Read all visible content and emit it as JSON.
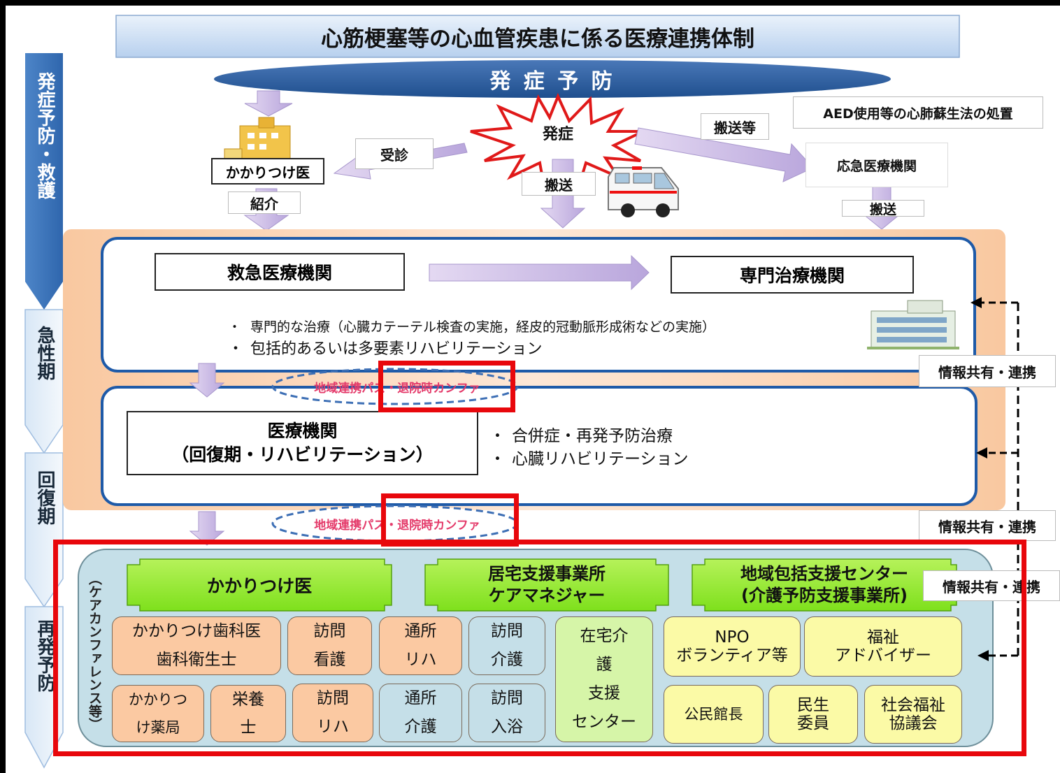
{
  "title": "心筋梗塞等の心血管疾患に係る医療連携体制",
  "banner": "発 症 予 防",
  "phases": {
    "prevention_rescue": "発症予防・救護",
    "acute": "急性期",
    "recovery": "回復期",
    "relapse_prevention": "再発予防"
  },
  "top": {
    "onset": "発症",
    "kakaritsuke": "かかりつけ医",
    "consultation": "受診",
    "referral": "紹介",
    "transport": "搬送",
    "transport_etc": "搬送等",
    "aed": "AED使用等の心肺蘇生法の処置",
    "emergency_facility": "応急医療機関",
    "transport2": "搬送"
  },
  "acute": {
    "emergency": "救急医療機関",
    "specialist": "専門治療機関",
    "bullets": [
      "専門的な治療（心臓カテーテル検査の実施，経皮的冠動脈形成術などの実施）",
      "包括的あるいは多要素リハビリテーション"
    ]
  },
  "pathway_label": "地域連携パス・退院時カンファ",
  "recovery": {
    "facility_line1": "医療機関",
    "facility_line2": "（回復期・リハビリテーション）",
    "bullets": [
      "合併症・再発予防治療",
      "心臓リハビリテーション"
    ]
  },
  "info_share": "情報共有・連携",
  "bottom": {
    "side_label": "（ケアカンファレンス等）",
    "kakaritsuke": "かかりつけ医",
    "care_office_line1": "居宅支援事業所",
    "care_office_line2": "ケアマネジャー",
    "center_line1": "地域包括支援センター",
    "center_line2": "(介護予防支援事業所)",
    "cells": {
      "dentist_1": "かかりつけ歯科医",
      "dentist_2": "歯科衛生士",
      "visit_nursing_1": "訪問",
      "visit_nursing_2": "看護",
      "day_rehab_1": "通所",
      "day_rehab_2": "リハ",
      "visit_care_1": "訪問",
      "visit_care_2": "介護",
      "homecare_1": "在宅介",
      "homecare_2": "護",
      "homecare_3": "支援",
      "homecare_4": "センター",
      "npo_1": "NPO",
      "npo_2": "ボランティア等",
      "welfare_advisor_1": "福祉",
      "welfare_advisor_2": "アドバイザー",
      "pharmacy_1": "かかりつ",
      "pharmacy_2": "け薬局",
      "dietitian_1": "栄養",
      "dietitian_2": "士",
      "visit_rehab_1": "訪問",
      "visit_rehab_2": "リハ",
      "day_care_1": "通所",
      "day_care_2": "介護",
      "visit_bath_1": "訪問",
      "visit_bath_2": "入浴",
      "community_hall": "公民館長",
      "welfare_commissioner_1": "民生",
      "welfare_commissioner_2": "委員",
      "social_welfare_1": "社会福祉",
      "social_welfare_2": "協議会"
    }
  }
}
